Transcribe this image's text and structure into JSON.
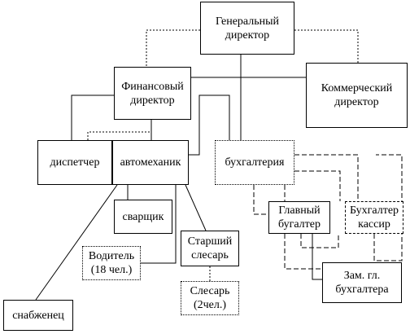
{
  "nodes": {
    "general_director": {
      "line1": "Генеральный",
      "line2": "директор"
    },
    "financial_director": {
      "line1": "Финансовый",
      "line2": "директор"
    },
    "commercial_director": {
      "line1": "Коммерческий",
      "line2": "директор"
    },
    "dispatcher": {
      "label": "диспетчер"
    },
    "mechanic": {
      "label": "автомеханик"
    },
    "accounting": {
      "label": "бухгалтерия"
    },
    "welder": {
      "label": "сварщик"
    },
    "driver": {
      "line1": "Водитель",
      "line2": "(18 чел.)"
    },
    "senior_fitter": {
      "line1": "Старший",
      "line2": "слесарь"
    },
    "chief_accountant": {
      "line1": "Главный",
      "line2": "бугалтер"
    },
    "cashier": {
      "line1": "Бухгалтер",
      "line2": "кассир"
    },
    "deputy_chief_accountant": {
      "line1": "Зам. гл.",
      "line2": "бухгалтера"
    },
    "fitter": {
      "line1": "Слесарь",
      "line2": "(2чел.)"
    },
    "supplier": {
      "label": "снабженец"
    }
  }
}
